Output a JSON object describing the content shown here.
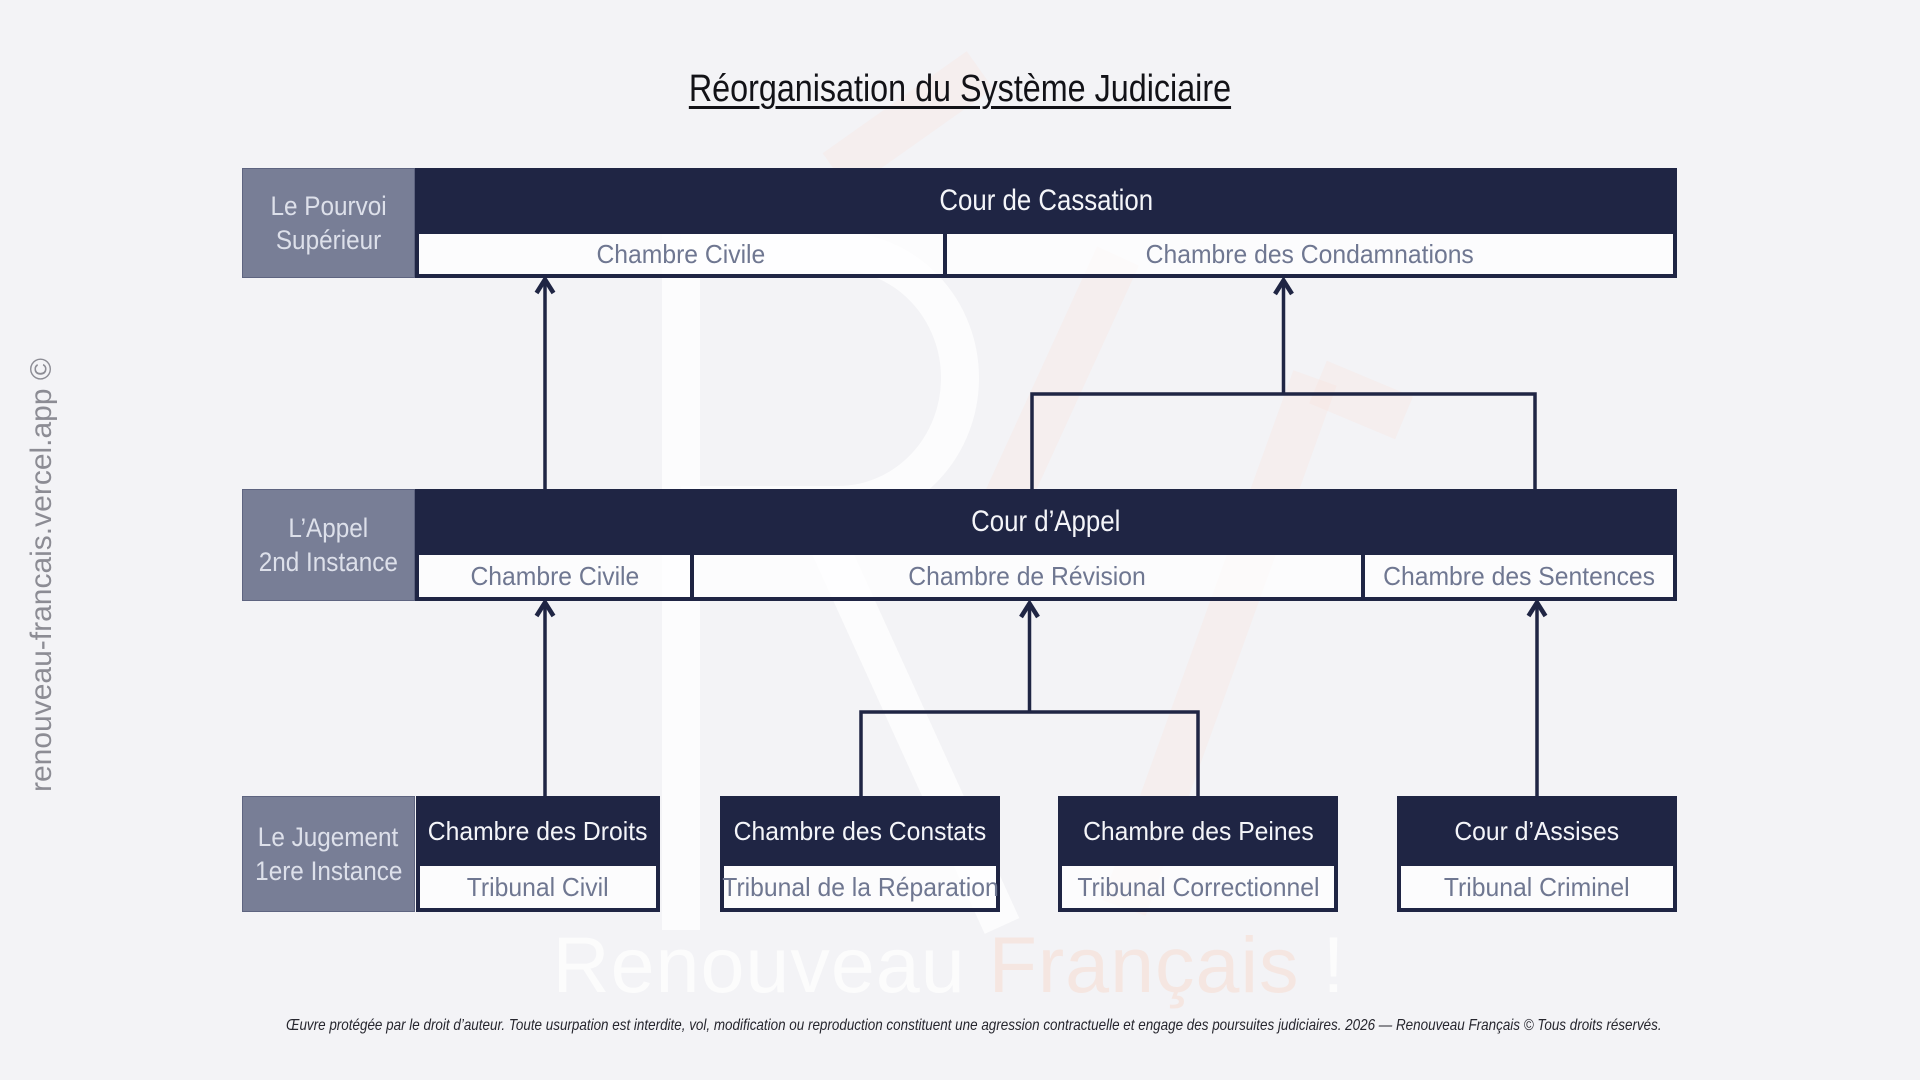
{
  "title": "Réorganisation du Système Judiciaire",
  "watermark": {
    "side_text": "renouveau-francais.vercel.app ©",
    "brand_word1": "Renouveau",
    "brand_word2": "Français",
    "brand_suffix": "!"
  },
  "levels": [
    {
      "stage_label_line1": "Le Pourvoi",
      "stage_label_line2": "Supérieur",
      "court": "Cour de Cassation",
      "chambers": [
        "Chambre Civile",
        "Chambre des Condamnations"
      ]
    },
    {
      "stage_label_line1": "L’Appel",
      "stage_label_line2": "2nd Instance",
      "court": "Cour d’Appel",
      "chambers": [
        "Chambre Civile",
        "Chambre de Révision",
        "Chambre des Sentences"
      ]
    },
    {
      "stage_label_line1": "Le Jugement",
      "stage_label_line2": "1ere Instance",
      "courts": [
        {
          "name": "Chambre des Droits",
          "tribunal": "Tribunal Civil"
        },
        {
          "name": "Chambre des Constats",
          "tribunal": "Tribunal de la Réparation"
        },
        {
          "name": "Chambre des Peines",
          "tribunal": "Tribunal Correctionnel"
        },
        {
          "name": "Cour d’Assises",
          "tribunal": "Tribunal Criminel"
        }
      ]
    }
  ],
  "footer": "Œuvre protégée par le droit d’auteur. Toute usurpation est interdite, vol, modification ou reproduction constituent une agression contractuelle et engage des poursuites judiciaires. 2026 — Renouveau Français © Tous droits réservés.",
  "colors": {
    "background": "#f3f3f6",
    "navy": "#1f2544",
    "stage_gray": "#787e96",
    "chamber_text": "#6f7791",
    "watermark_pink": "#f6d8ce",
    "watermark_white": "#ffffff"
  }
}
